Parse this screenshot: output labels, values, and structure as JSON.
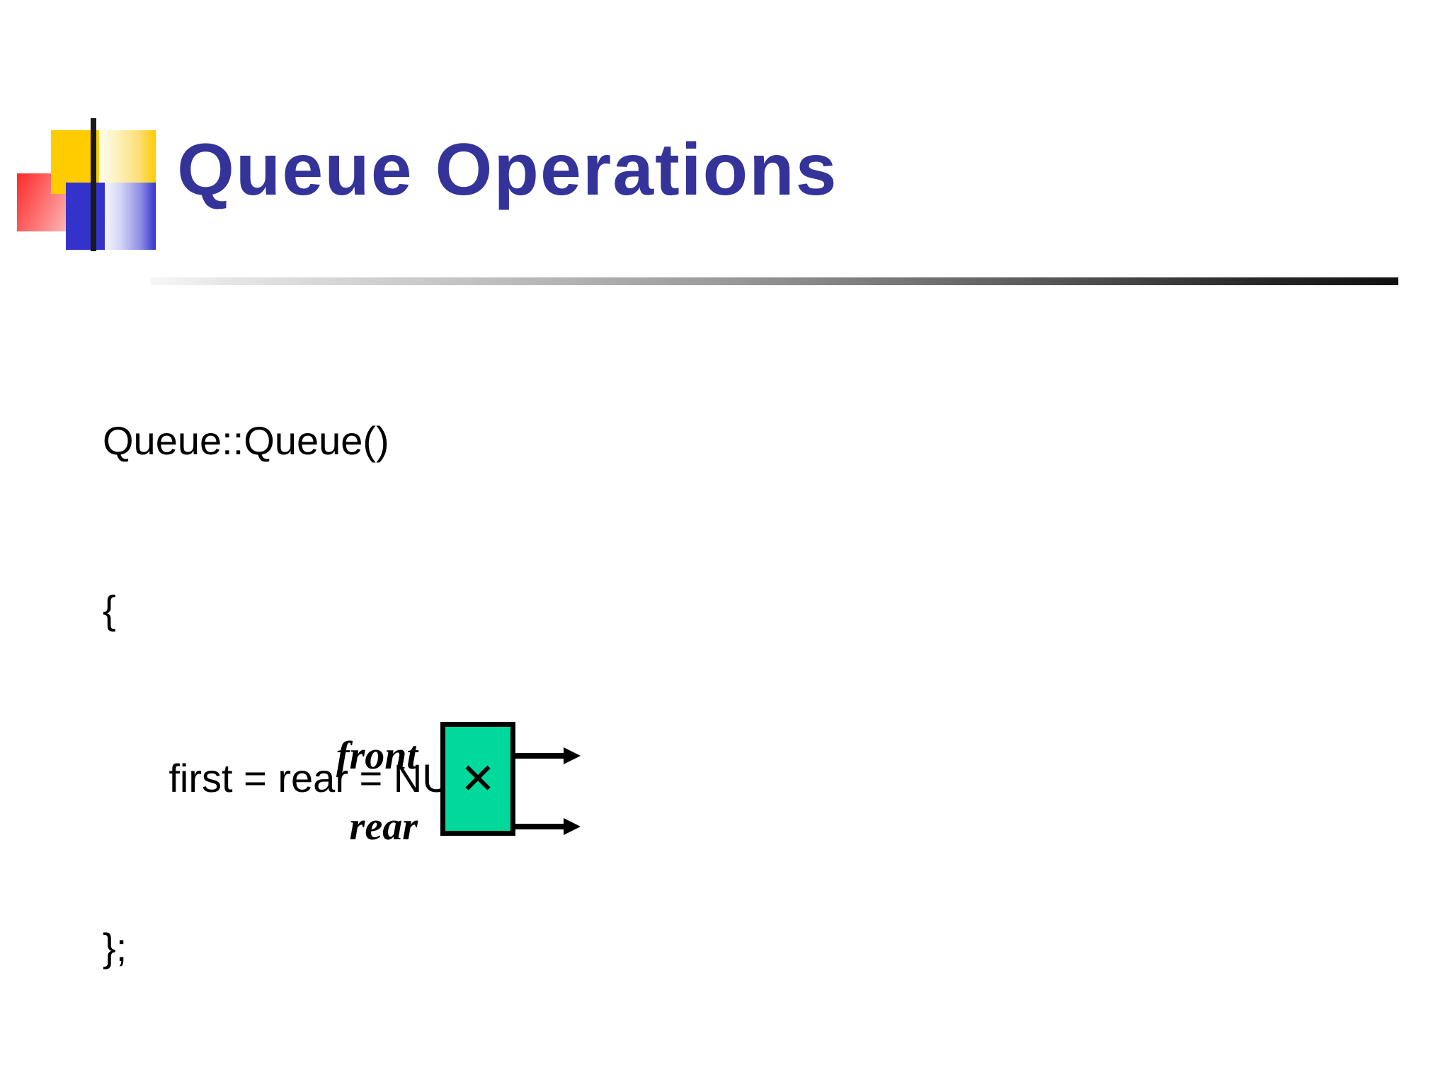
{
  "slide": {
    "title": "Queue Operations",
    "title_color": "#333399",
    "background_color": "#ffffff"
  },
  "logo": {
    "shapes": [
      {
        "name": "red-gradient-rect",
        "color": "#fb2b2b"
      },
      {
        "name": "yellow-solid-square",
        "color": "#ffcc00"
      },
      {
        "name": "yellow-gradient-square",
        "color": "#ffcc00"
      },
      {
        "name": "blue-solid-square",
        "color": "#3333cc"
      },
      {
        "name": "blue-gradient-square",
        "color": "#3333cc"
      },
      {
        "name": "black-vertical-bar",
        "color": "#1a1a1a"
      }
    ]
  },
  "code": {
    "lines": [
      "Queue::Queue()",
      "{",
      "      first = rear = NULL;",
      "};"
    ],
    "line0": "Queue::Queue()",
    "line1": "{",
    "line2": "      first = rear = NULL;",
    "line3": "};"
  },
  "diagram": {
    "front_label": "front",
    "rear_label": "rear",
    "node_fill_color": "#00d99c",
    "node_border_color": "#000000",
    "null_symbol": "✕",
    "arrow_color": "#000000"
  }
}
